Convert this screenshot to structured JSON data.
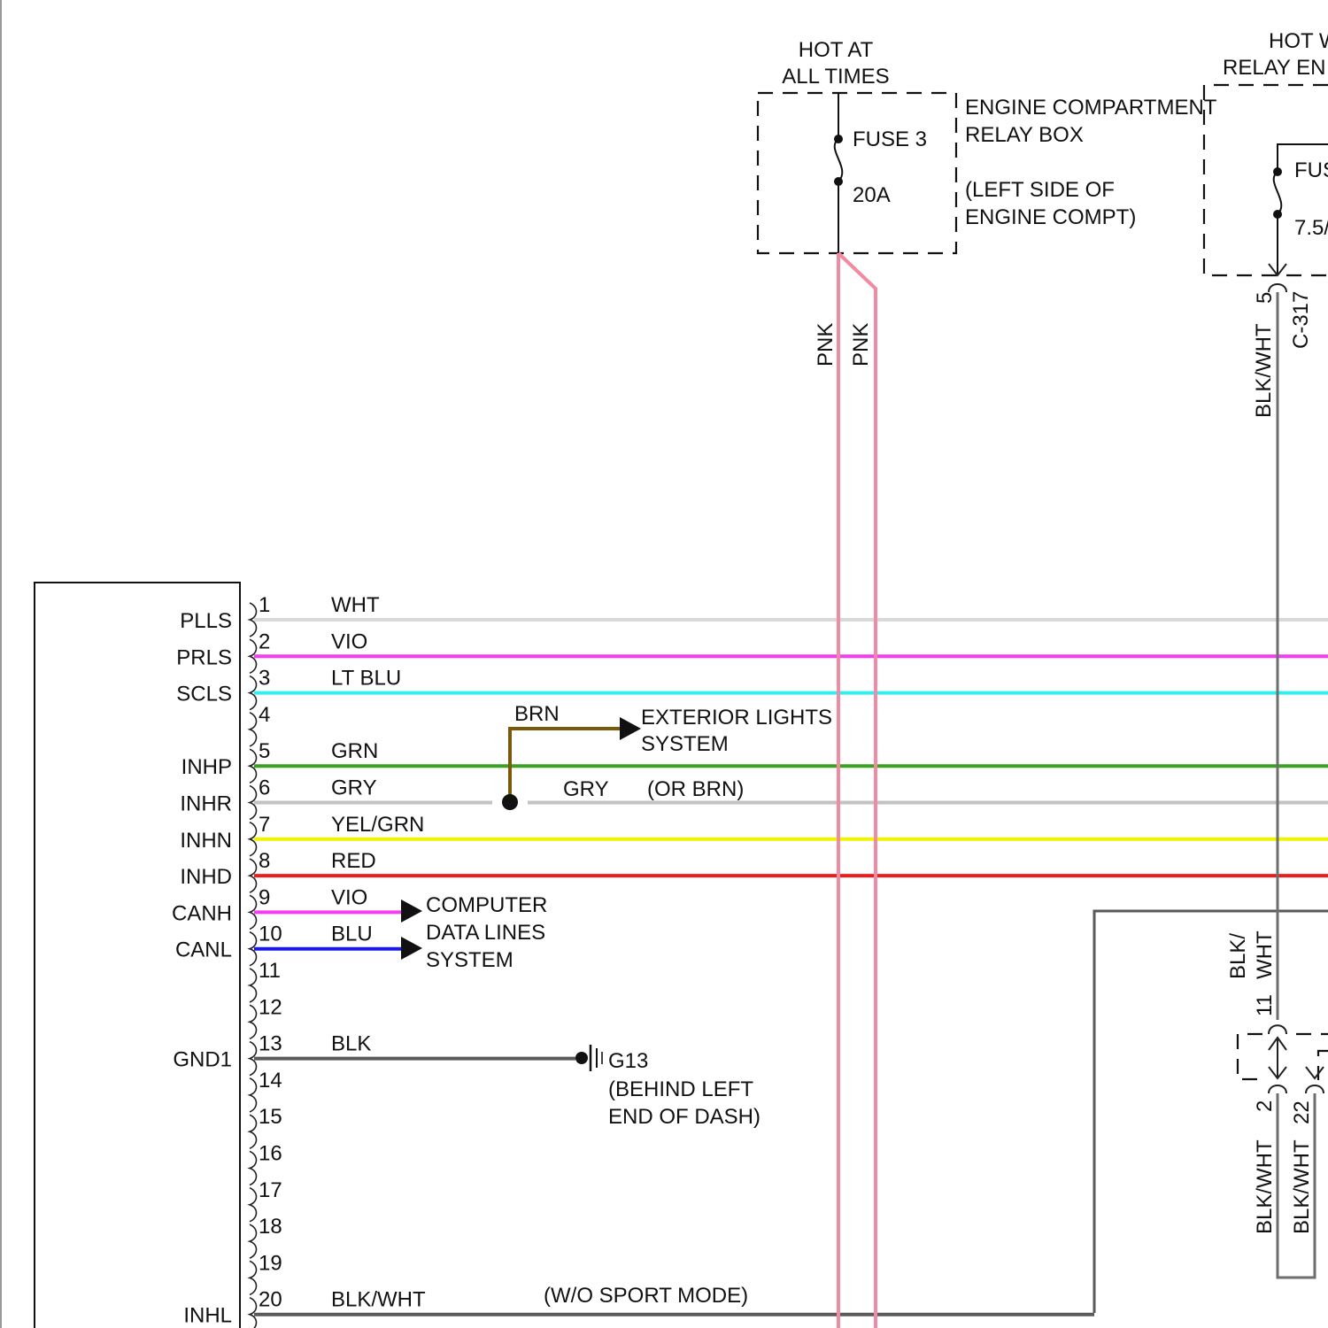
{
  "fuse_box": {
    "hot_line1": "HOT AT",
    "hot_line2": "ALL TIMES",
    "fuse_name": "FUSE 3",
    "fuse_rating": "20A",
    "box_line1": "ENGINE COMPARTMENT",
    "box_line2": "RELAY BOX",
    "loc_line1": "(LEFT SIDE OF",
    "loc_line2": "ENGINE COMPT)"
  },
  "right_box": {
    "hot_line1": "HOT W",
    "hot_line2": "RELAY EN",
    "fuse_name": "FUS",
    "fuse_rating": "7.5/",
    "connector": "C-317",
    "pin": "5",
    "wire": "BLK/WHT"
  },
  "pnk_wires": {
    "left_label": "PNK",
    "right_label": "PNK"
  },
  "module_pins": [
    {
      "pin": "1",
      "signal": "PLLS",
      "wire": "WHT"
    },
    {
      "pin": "2",
      "signal": "PRLS",
      "wire": "VIO"
    },
    {
      "pin": "3",
      "signal": "SCLS",
      "wire": "LT BLU"
    },
    {
      "pin": "4",
      "signal": "",
      "wire": ""
    },
    {
      "pin": "5",
      "signal": "INHP",
      "wire": "GRN"
    },
    {
      "pin": "6",
      "signal": "INHR",
      "wire": "GRY"
    },
    {
      "pin": "7",
      "signal": "INHN",
      "wire": "YEL/GRN"
    },
    {
      "pin": "8",
      "signal": "INHD",
      "wire": "RED"
    },
    {
      "pin": "9",
      "signal": "CANH",
      "wire": "VIO"
    },
    {
      "pin": "10",
      "signal": "CANL",
      "wire": "BLU"
    },
    {
      "pin": "11",
      "signal": "",
      "wire": ""
    },
    {
      "pin": "12",
      "signal": "",
      "wire": ""
    },
    {
      "pin": "13",
      "signal": "GND1",
      "wire": "BLK"
    },
    {
      "pin": "14",
      "signal": "",
      "wire": ""
    },
    {
      "pin": "15",
      "signal": "",
      "wire": ""
    },
    {
      "pin": "16",
      "signal": "",
      "wire": ""
    },
    {
      "pin": "17",
      "signal": "",
      "wire": ""
    },
    {
      "pin": "18",
      "signal": "",
      "wire": ""
    },
    {
      "pin": "19",
      "signal": "",
      "wire": ""
    },
    {
      "pin": "20",
      "signal": "INHL",
      "wire": "BLK/WHT"
    }
  ],
  "branches": {
    "brn_wire": "BRN",
    "exterior_line1": "EXTERIOR LIGHTS",
    "exterior_line2": "SYSTEM",
    "gry_continue": "GRY",
    "or_brn": "(OR BRN)",
    "can_line1": "COMPUTER",
    "can_line2": "DATA LINES",
    "can_line3": "SYSTEM",
    "ground_name": "G13",
    "ground_line1": "(BEHIND LEFT",
    "ground_line2": "END OF DASH)",
    "sport_mode": "(W/O SPORT MODE)"
  },
  "right_connectors": {
    "upper_wire_a": "BLK/",
    "upper_wire_b": "WHT",
    "upper_pin": "11",
    "lower_left_pin": "2",
    "lower_left_wire": "BLK/WHT",
    "lower_right_pin": "22",
    "lower_right_wire": "BLK/WHT"
  },
  "colors": {
    "WHT": "#d9d9d9",
    "VIO": "#f53cf0",
    "LT BLU": "#2ff0f0",
    "GRN": "#37a31e",
    "GRY": "#c2c2c2",
    "YEL/GRN": "#eef500",
    "RED": "#ee1c1c",
    "BLU": "#1a1ae6",
    "BLK": "#5a5a5a",
    "BLK/WHT": "#5a5a5a",
    "BRN": "#7a5a0a",
    "PNK": "#f28aa3"
  }
}
